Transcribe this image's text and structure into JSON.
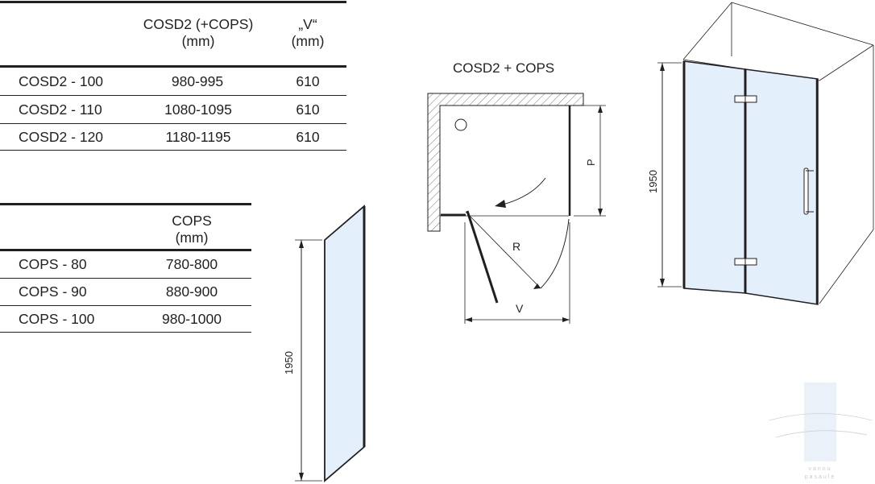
{
  "table_cosd2": {
    "headers": [
      "COSD2 (+COPS)",
      "(mm)",
      "„V“",
      "(mm)"
    ],
    "rows": [
      [
        "COSD2 - 100",
        "980-995",
        "610"
      ],
      [
        "COSD2 - 110",
        "1080-1095",
        "610"
      ],
      [
        "COSD2 - 120",
        "1180-1195",
        "610"
      ]
    ]
  },
  "table_cops": {
    "headers": [
      "COPS",
      "(mm)"
    ],
    "rows": [
      [
        "COPS - 80",
        "780-800"
      ],
      [
        "COPS - 90",
        "880-900"
      ],
      [
        "COPS - 100",
        "980-1000"
      ]
    ]
  },
  "panel_drawing": {
    "height_label": "1950"
  },
  "plan_drawing": {
    "title": "COSD2 + COPS",
    "label_p": "P",
    "label_r": "R",
    "label_v": "V"
  },
  "door_drawing": {
    "height_label": "1950"
  },
  "watermark": {
    "text_line1": "vannu",
    "text_line2": "pasaule"
  },
  "colors": {
    "line": "#231f20",
    "glass": "#e3f0fb",
    "hatch": "#7a7a7a",
    "watermark": "#d8e6f3"
  }
}
